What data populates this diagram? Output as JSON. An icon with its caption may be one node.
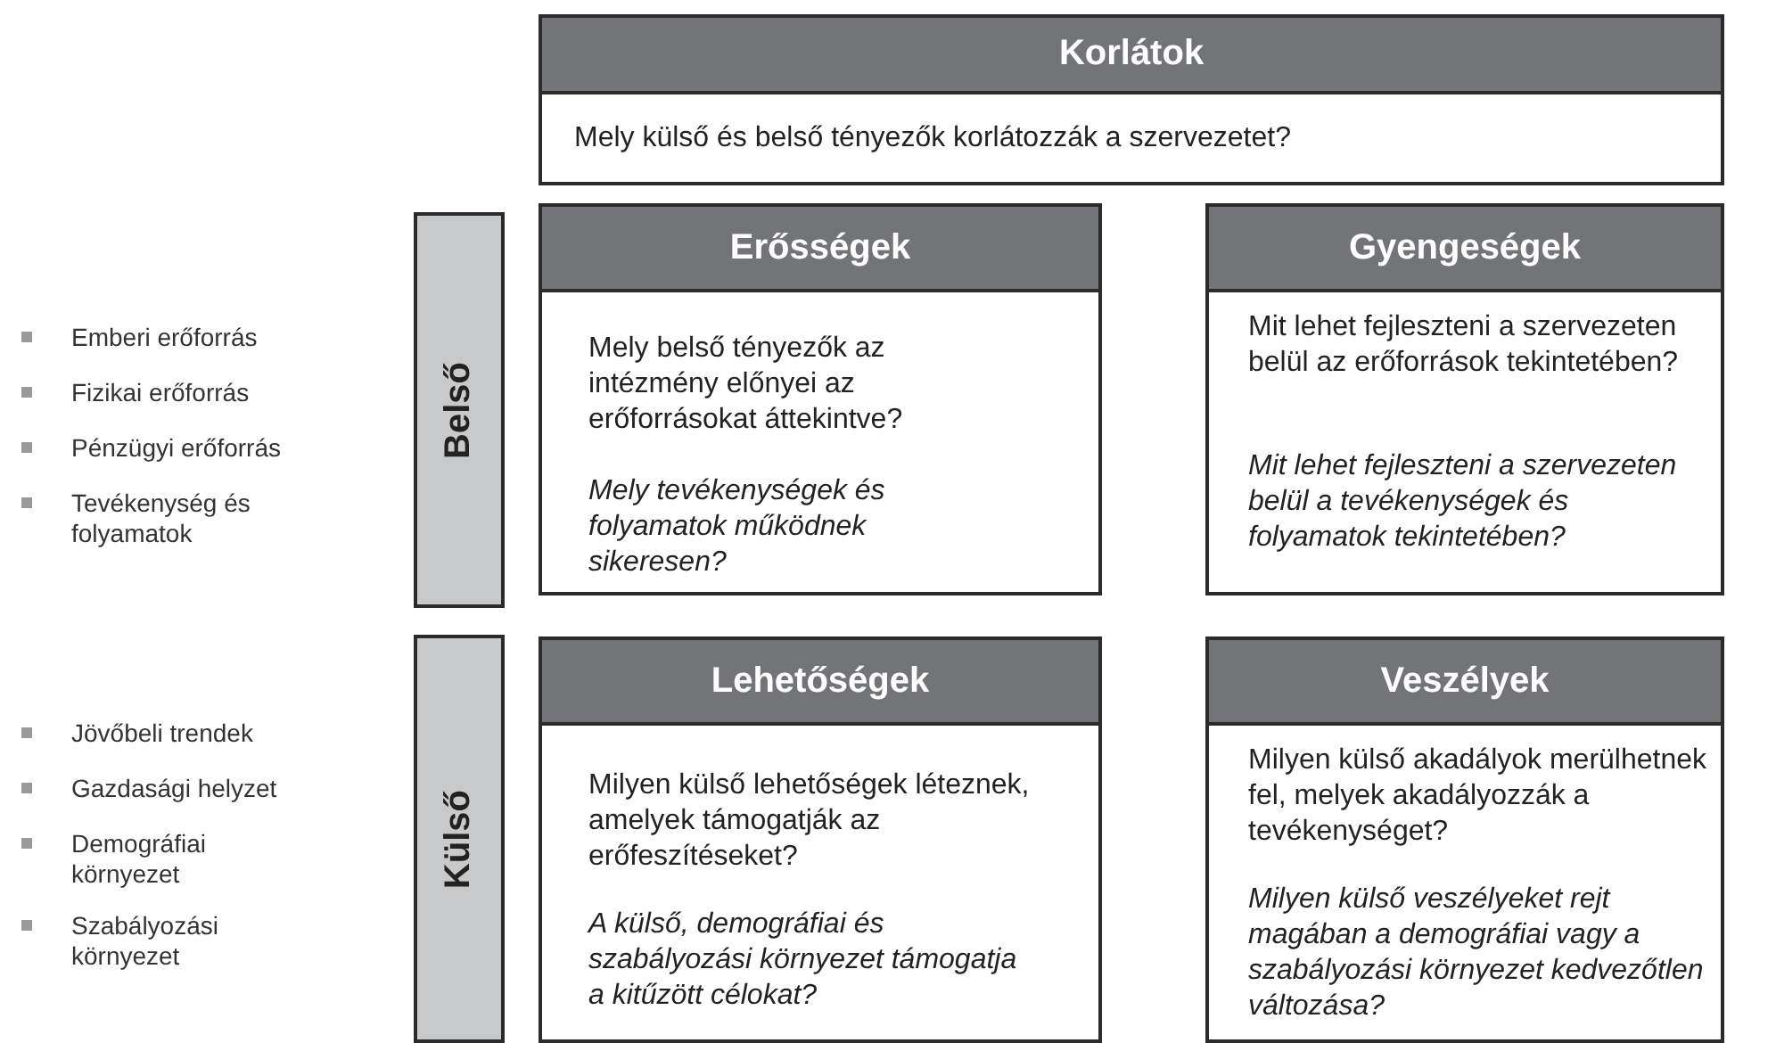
{
  "diagram": {
    "nodes": [
      {
        "text": [
          "Korlátok",
          "Mely külső és belső tényezők korlátozzák a szervezetet?"
        ]
      },
      {
        "text": [
          "Belső"
        ]
      },
      {
        "text": [
          "Külső"
        ]
      },
      {
        "text": [
          "Erősségek",
          "Mely belső tényezők az intézmény előnyei az erőforrásokat áttekintve?",
          "Mely tevékenységek és folyamatok működnek sikeresen?"
        ]
      },
      {
        "text": [
          "Gyengeségek",
          "Mit lehet fejleszteni a szervezeten belül az erőforrások tekintetében?",
          "Mit lehet fejleszteni a szervezeten belül a tevékenységek és folyamatok tekintetében?"
        ]
      },
      {
        "text": [
          "Lehetőségek",
          "Milyen külső lehetőségek léteznek, amelyek támogatják az erőfeszítéseket?",
          "A külső, demográfiai és szabályozási környezet támogatja a kitűzött célokat?"
        ]
      },
      {
        "text": [
          "Veszélyek",
          "Milyen külső akadályok merülhetnek fel, melyek akadályozzák a tevékenységet?",
          "Milyen külső veszélyeket rejt magában a demográfiai vagy a szabályozási környezet kedvezőtlen változása?"
        ]
      }
    ],
    "labels": [
      "Emberi erőforrás",
      "Fizikai erőforrás",
      "Pénzügyi erőforrás",
      "Tevékenység és folyamatok",
      "Jövőbeli trendek",
      "Gazdasági helyzet",
      "Demográfiai környezet",
      "Szabályozási környezet"
    ]
  }
}
